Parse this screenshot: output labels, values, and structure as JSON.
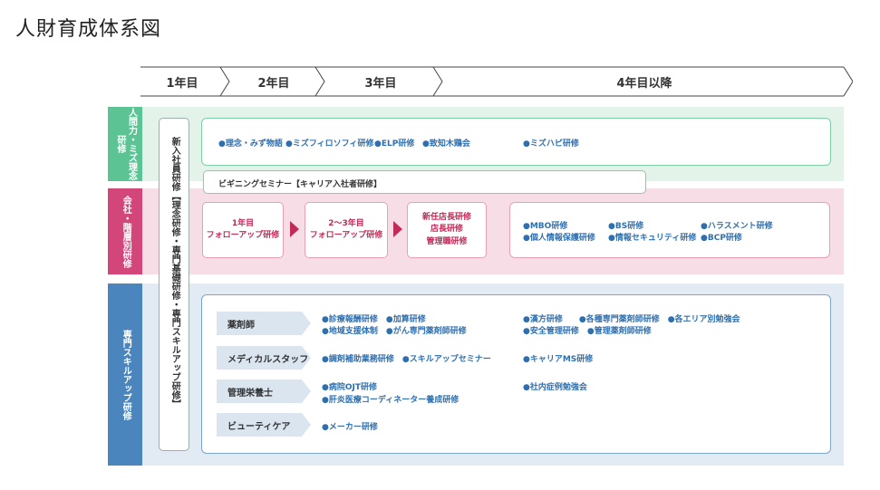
{
  "page_title": "人財育成体系図",
  "timeline": [
    "1年目",
    "2年目",
    "3年目",
    "4年目以降"
  ],
  "bands": {
    "philosophy": {
      "label": "人間力・ミズ理念研修"
    },
    "rank": {
      "label": "会社・階層別研修"
    },
    "skill": {
      "label": "専門スキルアップ研修"
    }
  },
  "new_employee": "新入社員研修【理念研修・専門基礎研修・専門スキルアップ研修】",
  "philosophy_items": [
    "●理念・みず物語",
    "●ミズフィロソフィ研修",
    "●ELP研修",
    "●致知木鶏会",
    "●ミズハピ研修"
  ],
  "beginning_seminar": "ビギニングセミナー【キャリア入社者研修】",
  "stages": [
    [
      "1年目",
      "フォローアップ研修"
    ],
    [
      "2～3年目",
      "フォローアップ研修"
    ],
    [
      "新任店長研修",
      "店長研修",
      "管理職研修"
    ]
  ],
  "rank_items": [
    "●MBO研修",
    "●個人情報保護研修",
    "●BS研修",
    "●情報セキュリティ研修",
    "●ハラスメント研修",
    "●BCP研修"
  ],
  "roles": [
    {
      "name": "薬剤師",
      "early": [
        "●診療報酬研修　●加算研修",
        "●地域支援体制　●がん専門薬剤師研修"
      ],
      "late": [
        "●漢方研修　　●各種専門薬剤師研修　●各エリア別勉強会",
        "●安全管理研修　●管理薬剤師研修"
      ]
    },
    {
      "name": "メディカルスタッフ",
      "early": [
        "●調剤補助業務研修　●スキルアップセミナー"
      ],
      "late": [
        "●キャリアMS研修"
      ]
    },
    {
      "name": "管理栄養士",
      "early": [
        "●病院OJT研修",
        "●肝炎医療コーディネーター養成研修"
      ],
      "late": [
        "●社内症例勉強会"
      ]
    },
    {
      "name": "ビューティケア",
      "early": [
        "●メーカー研修"
      ],
      "late": []
    }
  ],
  "colors": {
    "green": "#5cc494",
    "green_bg": "#e3f3ea",
    "pink": "#d2467a",
    "pink_bg": "#f7dde6",
    "blue": "#4a85bd",
    "blue_bg": "#e2eaf3",
    "text_blue": "#2f6fae"
  }
}
